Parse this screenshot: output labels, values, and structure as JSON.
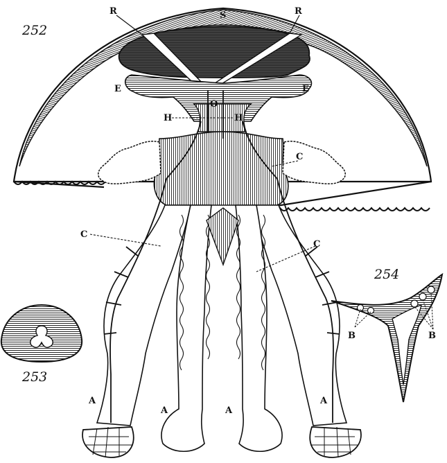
{
  "figures": [
    {
      "number": "252"
    },
    {
      "number": "253"
    },
    {
      "number": "254"
    }
  ],
  "labels": {
    "S": "S",
    "R": "R",
    "E": "E",
    "O": "O",
    "H": "H",
    "C": "C",
    "A": "A",
    "B": "B"
  },
  "colors": {
    "ink": "#111111",
    "paper": "#ffffff",
    "hatch_light": "#c8c8c8",
    "hatch_mid": "#9a9a9a",
    "hatch_dark": "#3a3a3a"
  }
}
